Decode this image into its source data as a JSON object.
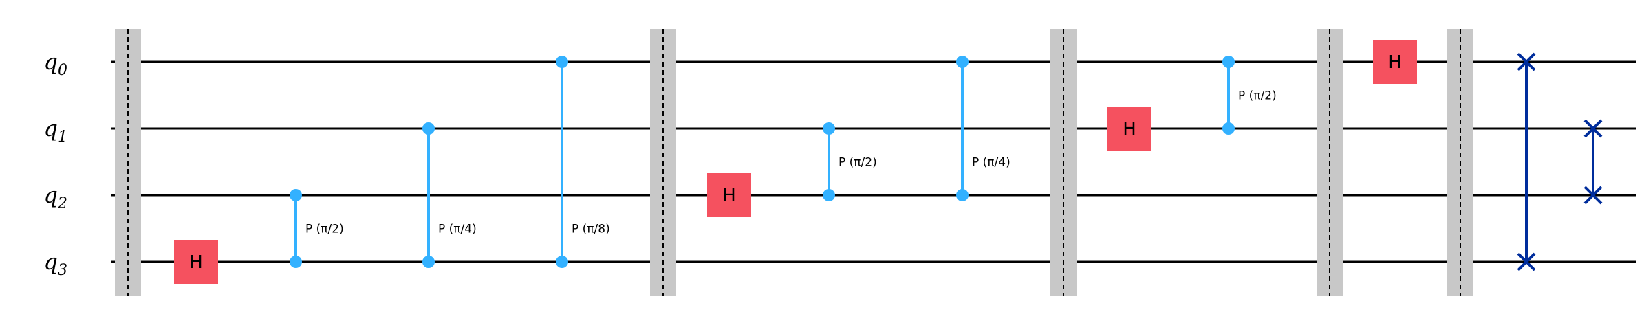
{
  "qubits": [
    {
      "symbol": "q",
      "index": "0"
    },
    {
      "symbol": "q",
      "index": "1"
    },
    {
      "symbol": "q",
      "index": "2"
    },
    {
      "symbol": "q",
      "index": "3"
    }
  ],
  "gates": [
    {
      "type": "barrier",
      "step": 0
    },
    {
      "type": "h",
      "qubit": 3,
      "label": "H",
      "step": 1
    },
    {
      "type": "cp",
      "control": 2,
      "target": 3,
      "label": "P (π/2)",
      "step": 2
    },
    {
      "type": "cp",
      "control": 1,
      "target": 3,
      "label": "P (π/4)",
      "step": 3
    },
    {
      "type": "cp",
      "control": 0,
      "target": 3,
      "label": "P (π/8)",
      "step": 4
    },
    {
      "type": "barrier",
      "step": 5
    },
    {
      "type": "h",
      "qubit": 2,
      "label": "H",
      "step": 6
    },
    {
      "type": "cp",
      "control": 1,
      "target": 2,
      "label": "P (π/2)",
      "step": 7
    },
    {
      "type": "cp",
      "control": 0,
      "target": 2,
      "label": "P (π/4)",
      "step": 8
    },
    {
      "type": "barrier",
      "step": 9
    },
    {
      "type": "h",
      "qubit": 1,
      "label": "H",
      "step": 10
    },
    {
      "type": "cp",
      "control": 0,
      "target": 1,
      "label": "P (π/2)",
      "step": 11
    },
    {
      "type": "barrier",
      "step": 12
    },
    {
      "type": "h",
      "qubit": 0,
      "label": "H",
      "step": 13
    },
    {
      "type": "barrier",
      "step": 14
    },
    {
      "type": "swap",
      "qubits": [
        0,
        3
      ],
      "step": 15
    },
    {
      "type": "swap",
      "qubits": [
        1,
        2
      ],
      "step": 16
    }
  ],
  "colors": {
    "wire": "#000000",
    "barrier": "#c8c8c8",
    "hadamard": "#f5515f",
    "controlled_phase": "#33b1ff",
    "swap": "#002d9c"
  }
}
